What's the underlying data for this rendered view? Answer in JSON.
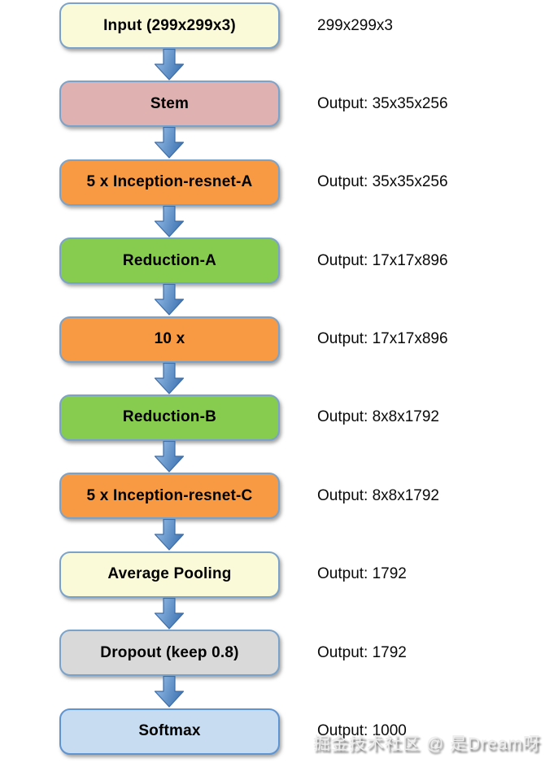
{
  "page": {
    "background": "#ffffff"
  },
  "watermark": {
    "text": "掘金技术社区 @ 是Dream呀",
    "color": "#ededed"
  },
  "diagram": {
    "type": "vertical-flowchart",
    "title": "Inception-ResNet architecture flow",
    "arrow": {
      "gradient_start": "#9cc2eb",
      "gradient_end": "#4478b5",
      "stroke": "#3e6ca5"
    },
    "default_border": "#7ba3c9",
    "nodes": [
      {
        "label": "Input (299x299x3)",
        "output": "299x299x3",
        "fill": "#fafad9",
        "border": "#7ba3c9"
      },
      {
        "label": "Stem",
        "output": "Output: 35x35x256",
        "fill": "#dfb1b0",
        "border": "#7ba3c9"
      },
      {
        "label": "5 x Inception-resnet-A",
        "output": "Output: 35x35x256",
        "fill": "#f79a43",
        "border": "#7ba3c9"
      },
      {
        "label": "Reduction-A",
        "output": "Output: 17x17x896",
        "fill": "#87cc4f",
        "border": "#7ba3c9"
      },
      {
        "label": "10 x",
        "output": "Output: 17x17x896",
        "fill": "#f79a43",
        "border": "#7ba3c9"
      },
      {
        "label": "Reduction-B",
        "output": "Output: 8x8x1792",
        "fill": "#87cc4f",
        "border": "#7ba3c9"
      },
      {
        "label": "5 x Inception-resnet-C",
        "output": "Output: 8x8x1792",
        "fill": "#f79a43",
        "border": "#7ba3c9"
      },
      {
        "label": "Average Pooling",
        "output": "Output: 1792",
        "fill": "#fafad9",
        "border": "#7ba3c9"
      },
      {
        "label": "Dropout (keep 0.8)",
        "output": "Output: 1792",
        "fill": "#d9d9d9",
        "border": "#7ba3c9"
      },
      {
        "label": "Softmax",
        "output": "Output: 1000",
        "fill": "#c7dbf1",
        "border": "#5e94d1"
      }
    ]
  }
}
